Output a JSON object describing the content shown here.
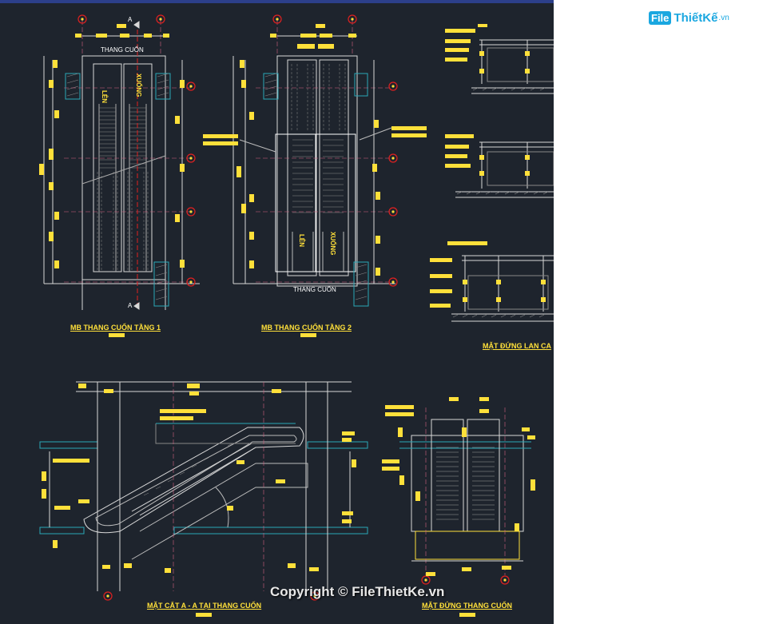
{
  "logo": {
    "box_text": "File",
    "name": "ThiếtKế",
    "domain": ".vn"
  },
  "watermark": "Copyright © FileThietKe.vn",
  "captions": {
    "plan_floor1": "MB THANG CUỐN TẦNG 1",
    "plan_floor2": "MB THANG CUỐN TẦNG 2",
    "handrail_elevation": "MẶT ĐỨNG LAN CA",
    "section_aa": "MẶT CẮT A - A TẠI THANG CUỐN",
    "escalator_elevation": "MẶT ĐỨNG THANG CUỐN"
  },
  "labels": {
    "escalator_top_1": "THANG CUỐN",
    "escalator_bottom_2": "THANG CUỐN",
    "up": "LÊN",
    "down": "XUỐNG",
    "section_mark": "A"
  },
  "colors": {
    "background": "#1e242d",
    "annotation_yellow": "#ffe03a",
    "axis_red": "#e02020",
    "grid_pink": "#d46080",
    "line_white": "#d8d8d8",
    "wall_cyan": "#2aa8b8",
    "logo_blue": "#1aa7e0"
  }
}
